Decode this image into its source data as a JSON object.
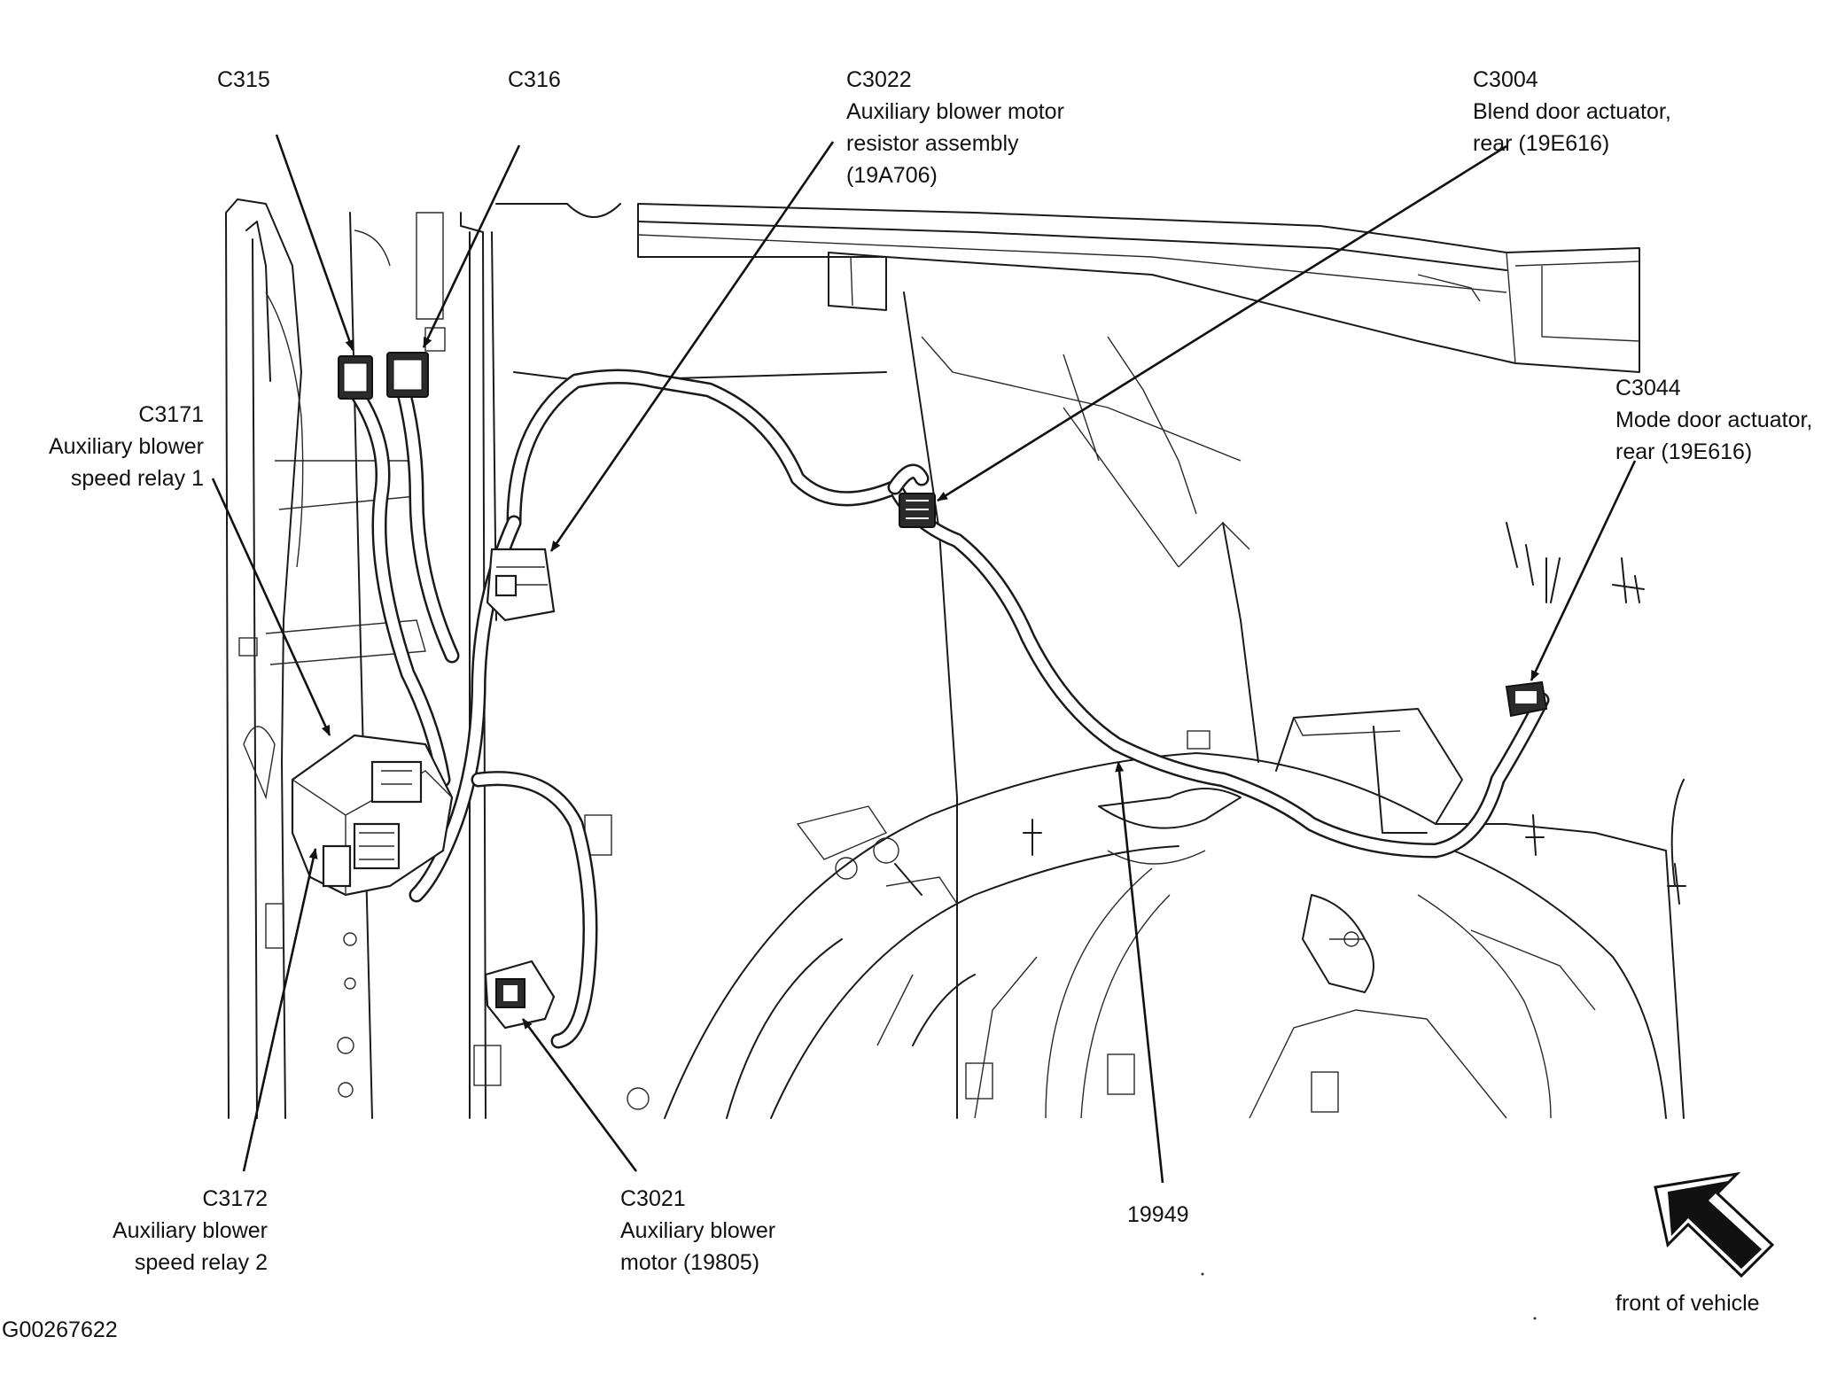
{
  "labels": {
    "c315": {
      "id": "C315"
    },
    "c316": {
      "id": "C316"
    },
    "c3022": {
      "id": "C3022",
      "line1": "Auxiliary blower motor",
      "line2": "resistor assembly",
      "line3": "(19A706)"
    },
    "c3004": {
      "id": "C3004",
      "line1": "Blend door actuator,",
      "line2": "rear (19E616)"
    },
    "c3044": {
      "id": "C3044",
      "line1": "Mode door actuator,",
      "line2": "rear (19E616)"
    },
    "c3171": {
      "id": "C3171",
      "line1": "Auxiliary blower",
      "line2": "speed relay 1"
    },
    "c3172": {
      "id": "C3172",
      "line1": "Auxiliary blower",
      "line2": "speed relay 2"
    },
    "c3021": {
      "id": "C3021",
      "line1": "Auxiliary blower",
      "line2": "motor (19805)"
    },
    "harness": {
      "id": "19949"
    },
    "front": {
      "text": "front of vehicle"
    },
    "figure": {
      "code": "G00267622"
    }
  },
  "icons": {
    "direction_arrow": "front-of-vehicle-arrow-icon"
  },
  "colors": {
    "line": "#1a1a1a",
    "background": "#ffffff"
  }
}
